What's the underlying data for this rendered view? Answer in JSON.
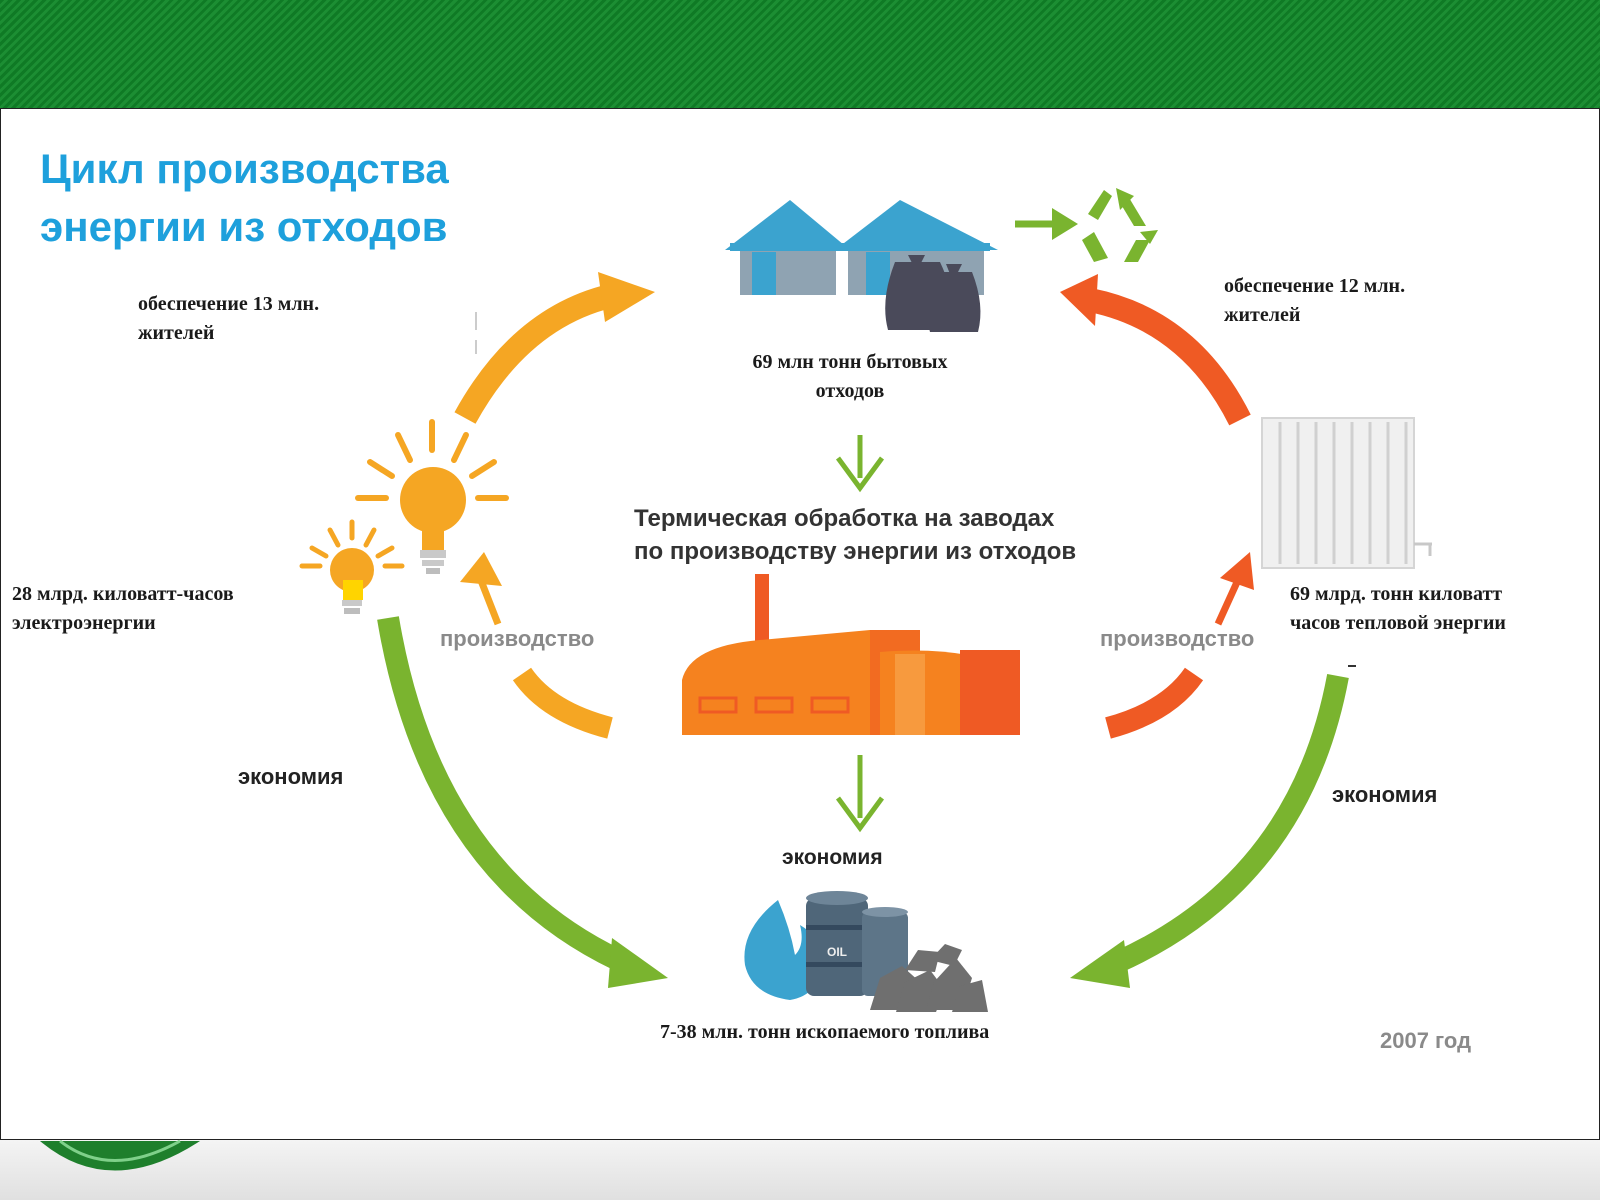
{
  "title": {
    "line1": "Цикл производства",
    "line2": "энергии из отходов"
  },
  "labels": {
    "supply_left_line1": "обеспечение 13 млн.",
    "supply_left_line2": "жителей",
    "supply_right_line1": "обеспечение 12 млн.",
    "supply_right_line2": "жителей",
    "waste_line1": "69 млн тонн бытовых",
    "waste_line2": "отходов",
    "thermal_line1": "Термическая обработка на заводах",
    "thermal_line2": "по производству энергии из отходов",
    "electricity_line1": "28 млрд. киловатт-часов",
    "electricity_line2": "электроэнергии",
    "heat_line1": "69 млрд. тонн киловатт",
    "heat_line2": "часов тепловой энергии",
    "production_left": "производство",
    "production_right": "производство",
    "economy_left": "экономия",
    "economy_center": "экономия",
    "economy_right": "экономия",
    "fuel": "7-38 млн. тонн ископаемого топлива",
    "year": "2007 год",
    "oil_barrel_text": "OIL"
  },
  "colors": {
    "title_blue": "#1ea0dc",
    "house_blue": "#3ba3cf",
    "green_arrow": "#7ab42f",
    "orange_arrow": "#f5a623",
    "red_orange_arrow": "#ef5a24",
    "factory_orange": "#f5821f",
    "band_green": "#138229"
  },
  "icons": [
    "houses-icon",
    "garbage-bags-icon",
    "recycle-icon",
    "lightbulb-icon",
    "radiator-icon",
    "factory-icon",
    "gas-flame-icon",
    "oil-barrel-icon",
    "coal-icon"
  ]
}
